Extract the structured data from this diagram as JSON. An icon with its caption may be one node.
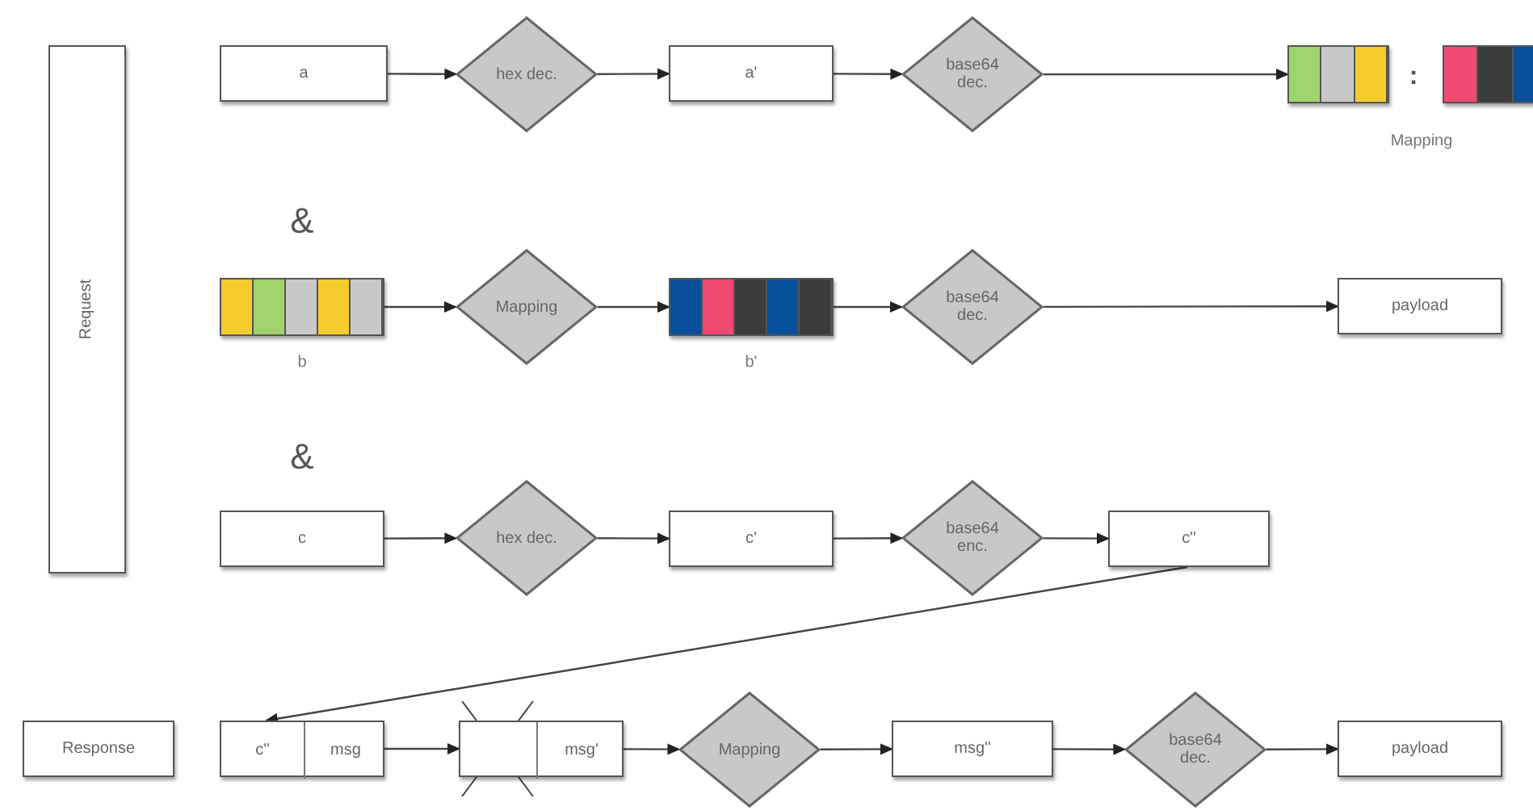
{
  "diagram": {
    "nodes": [
      {
        "text": [
          "Request"
        ]
      },
      {
        "text": [
          "a"
        ]
      },
      {
        "text": [
          "hex dec."
        ]
      },
      {
        "text": [
          "a'"
        ]
      },
      {
        "text": [
          "base64 dec."
        ]
      },
      {
        "text": [],
        "shape": "bar"
      },
      {
        "text": [],
        "shape": "bar"
      },
      {
        "text": [],
        "shape": "bar",
        "beside": [
          "b"
        ]
      },
      {
        "text": [
          "Mapping"
        ]
      },
      {
        "text": [],
        "shape": "bar",
        "beside": [
          "b'"
        ]
      },
      {
        "text": [
          "base64 dec."
        ]
      },
      {
        "text": [
          "payload"
        ]
      },
      {
        "text": [
          "c"
        ]
      },
      {
        "text": [
          "hex dec."
        ]
      },
      {
        "text": [
          "c'"
        ]
      },
      {
        "text": [
          "base64 enc."
        ]
      },
      {
        "text": [
          "c''"
        ]
      },
      {
        "text": [
          "Response"
        ]
      },
      {
        "text": [],
        "shape": "box"
      },
      {
        "text": [
          "c''"
        ],
        "in": 18
      },
      {
        "text": [
          "msg"
        ],
        "in": 18
      },
      {
        "text": [],
        "shape": "box"
      },
      {
        "text": [],
        "shape": "box",
        "in": 21
      },
      {
        "text": [
          "msg'"
        ],
        "in": 21
      },
      {
        "text": [
          "Mapping"
        ]
      },
      {
        "text": [
          "msg''"
        ]
      },
      {
        "text": [
          "base64 dec."
        ]
      },
      {
        "text": [
          "payload"
        ]
      }
    ],
    "edges": [
      {
        "from": 1,
        "to": 2,
        "arrow": "to"
      },
      {
        "from": 2,
        "to": 3,
        "arrow": "to"
      },
      {
        "from": 3,
        "to": 4,
        "arrow": "to"
      },
      {
        "from": 4,
        "to": 5,
        "arrow": "to"
      },
      {
        "from": 7,
        "to": 8,
        "arrow": "to"
      },
      {
        "from": 8,
        "to": 9,
        "arrow": "to"
      },
      {
        "from": 9,
        "to": 10,
        "arrow": "to"
      },
      {
        "from": 10,
        "to": 11,
        "arrow": "to"
      },
      {
        "from": 12,
        "to": 13,
        "arrow": "to"
      },
      {
        "from": 13,
        "to": 14,
        "arrow": "to"
      },
      {
        "from": 14,
        "to": 15,
        "arrow": "to"
      },
      {
        "from": 15,
        "to": 16,
        "arrow": "to"
      },
      {
        "from": 16,
        "to": 19,
        "arrow": "to"
      },
      {
        "from": 18,
        "to": 21,
        "arrow": "to"
      },
      {
        "from": 21,
        "to": 24,
        "arrow": "to"
      },
      {
        "from": 24,
        "to": 25,
        "arrow": "to"
      },
      {
        "from": 25,
        "to": 26,
        "arrow": "to"
      },
      {
        "from": 26,
        "to": 27,
        "arrow": "to"
      }
    ],
    "labels": [
      ":",
      "Mapping",
      "&",
      "&"
    ]
  }
}
